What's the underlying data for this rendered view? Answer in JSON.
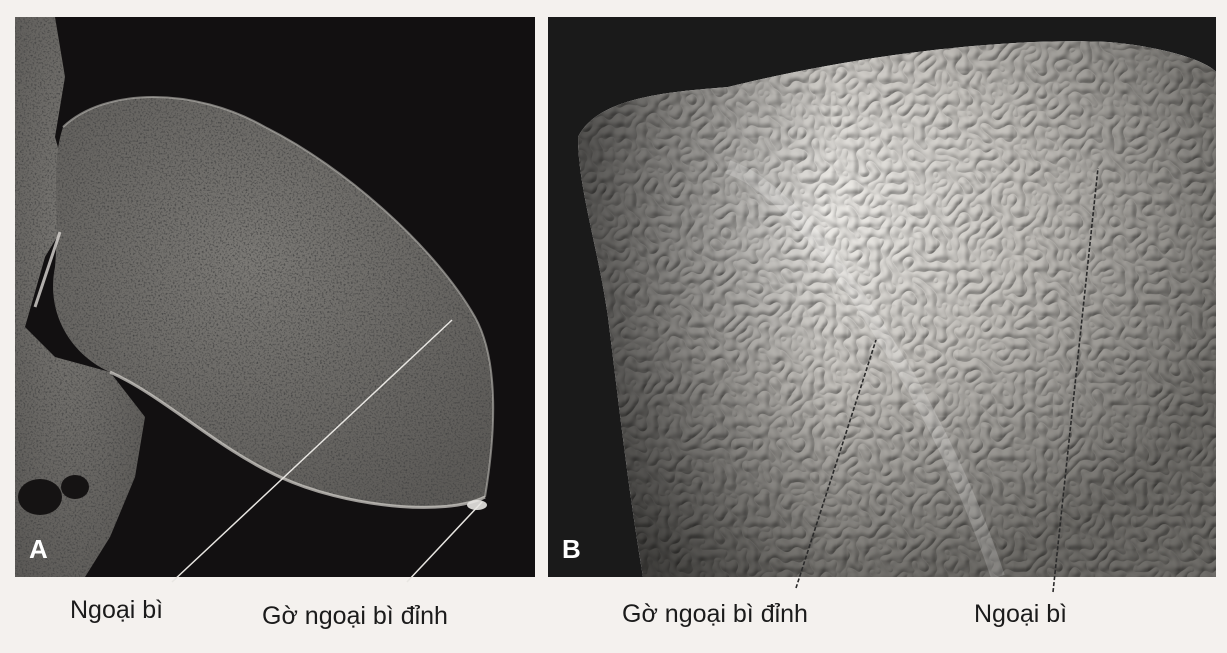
{
  "figure": {
    "panel_a": {
      "letter": "A"
    },
    "panel_b": {
      "letter": "B"
    },
    "captions": {
      "a_left": "Ngoại bì",
      "a_right": "Gờ ngoại bì đỉnh",
      "b_left": "Gờ ngoại bì đỉnh",
      "b_right": "Ngoại bì"
    }
  },
  "colors": {
    "page_background": "#f4f1ee",
    "panel_a_background": "#121011",
    "panel_b_background": "#1a1a1a",
    "tissue_a": "#6f6d69",
    "tissue_b": "#b9b6b1",
    "caption_text": "#1b1b1b",
    "panel_letter": "#ffffff"
  }
}
